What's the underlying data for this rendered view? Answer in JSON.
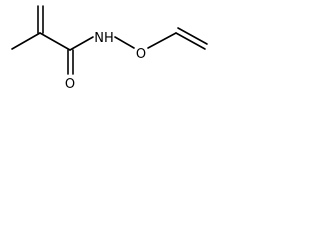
{
  "molecule": {
    "atoms": {
      "nh": "NH",
      "o_ether": "O",
      "o_carbonyl": "O"
    }
  }
}
